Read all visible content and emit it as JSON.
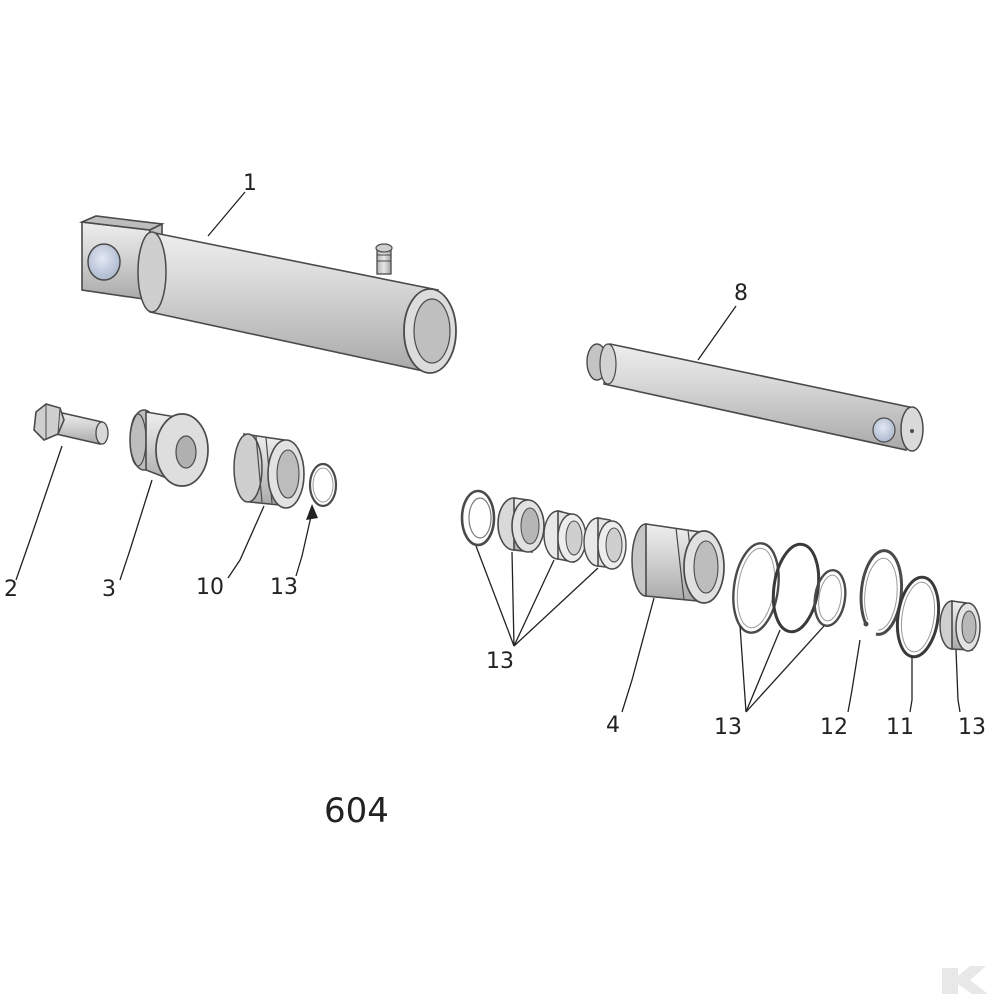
{
  "diagram": {
    "caption": "604",
    "callouts": {
      "c1": "1",
      "c8": "8",
      "c2": "2",
      "c3": "3",
      "c10": "10",
      "c13a": "13",
      "c13b": "13",
      "c4": "4",
      "c13c": "13",
      "c12": "12",
      "c11": "11",
      "c13d": "13"
    },
    "parts": [
      {
        "id": "1",
        "name": "cylinder-barrel"
      },
      {
        "id": "2",
        "name": "bolt"
      },
      {
        "id": "3",
        "name": "piston"
      },
      {
        "id": "4",
        "name": "gland"
      },
      {
        "id": "8",
        "name": "piston-rod"
      },
      {
        "id": "10",
        "name": "piston-seal"
      },
      {
        "id": "11",
        "name": "ring"
      },
      {
        "id": "12",
        "name": "circlip"
      },
      {
        "id": "13",
        "name": "seal-kit"
      }
    ],
    "colors": {
      "part_fill": "#d6d6d6",
      "part_edge": "#4a4a4a",
      "hole_fill": "#c9d3e6"
    }
  }
}
